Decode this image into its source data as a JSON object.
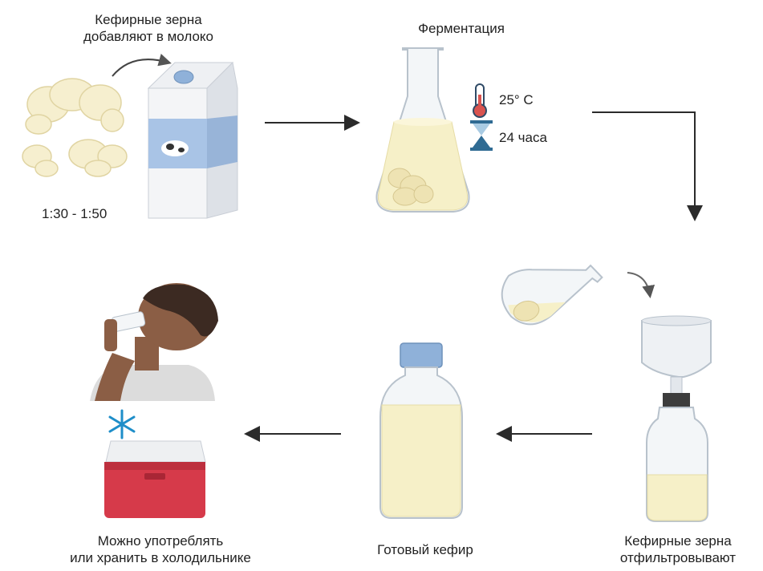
{
  "steps": {
    "add_grains": {
      "line1": "Кефирные зерна",
      "line2": "добавляют в молоко",
      "ratio": "1:30 - 1:50"
    },
    "fermentation": {
      "title": "Ферментация",
      "temperature": "25° C",
      "duration": "24 часа"
    },
    "filter": {
      "line1": "Кефирные зерна",
      "line2": "отфильтровывают"
    },
    "ready": {
      "label": "Готовый кефир"
    },
    "consume": {
      "line1": "Можно употреблять",
      "line2": "или хранить в холодильнике"
    }
  },
  "icons": [
    "kefir-grains-icon",
    "milk-carton-icon",
    "flask-icon",
    "thermometer-icon",
    "hourglass-icon",
    "tilted-flask-icon",
    "funnel-bottle-icon",
    "kefir-bottle-icon",
    "person-drinking-icon",
    "snowflake-icon",
    "cooler-icon",
    "arrow-icon"
  ],
  "colors": {
    "arrow": "#2b2b2b",
    "liquid": "#f6f0c8",
    "grain": "#f3ebc6",
    "cooler": "#d63a4a",
    "blue_cap": "#8fb1d9",
    "carton_band": "#a9c4e6",
    "thermometer": "#d9534f",
    "hourglass": "#2f6b93"
  }
}
